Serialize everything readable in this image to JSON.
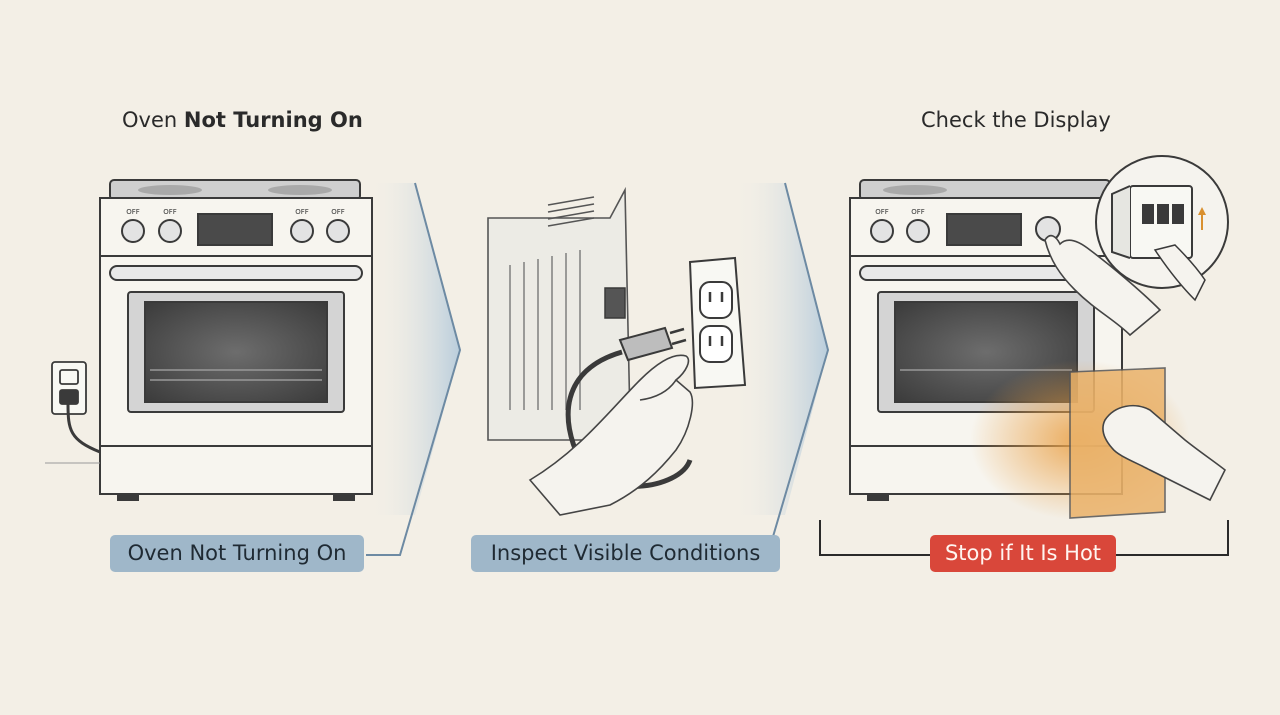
{
  "panels": [
    {
      "title_prefix": "Oven ",
      "title_bold": "Not Turning On",
      "step_label": "Oven Not Turning On"
    },
    {
      "step_label": "Inspect Visible Conditions"
    },
    {
      "title": "Check the Display",
      "step_label": "Stop if It Is Hot"
    }
  ],
  "knob_labels": [
    "OFF",
    "OFF",
    "OFF",
    "OFF"
  ],
  "colors": {
    "background": "#f3efe6",
    "step_pill": "#9fb7c9",
    "warning_pill": "#d9473a",
    "arrow_band": "#c9d8e3",
    "heat_glow": "#e9a24a",
    "line": "#3a3a3a"
  }
}
